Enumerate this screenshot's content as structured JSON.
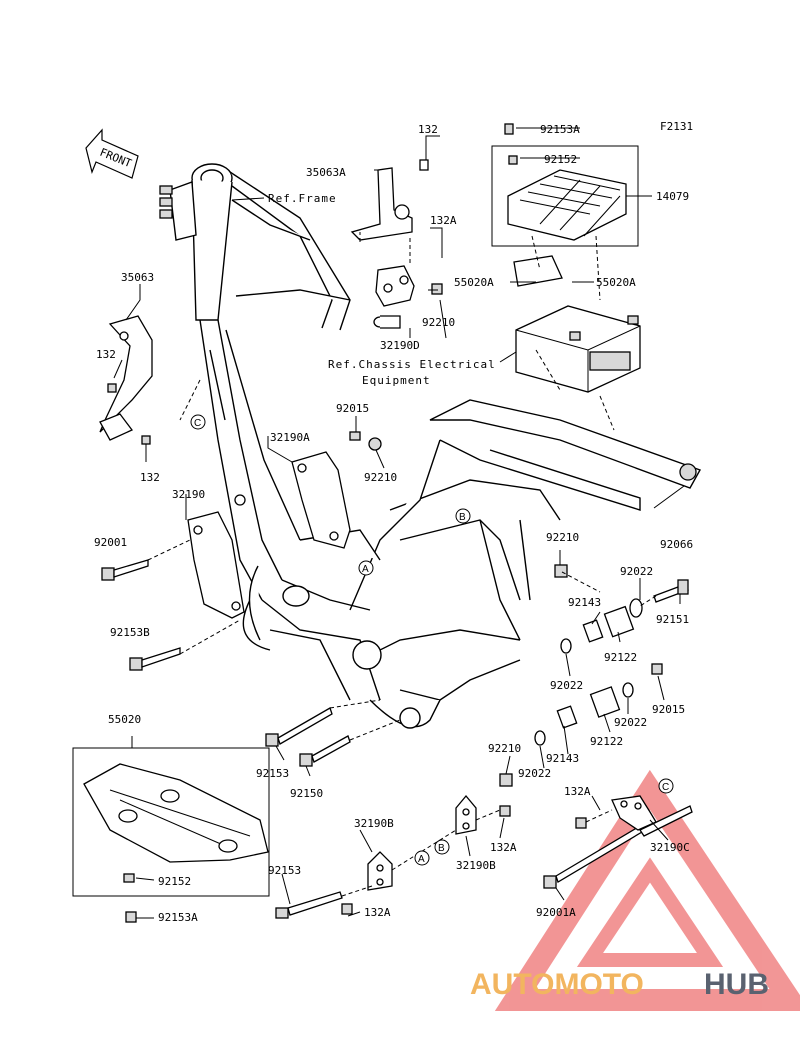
{
  "diagram_code": "F2131",
  "front_label": "FRONT",
  "refs": {
    "frame": "Ref.Frame",
    "chassis_line1": "Ref.Chassis Electrical",
    "chassis_line2": "Equipment"
  },
  "callouts": {
    "c_132_top": "132",
    "c_92153A_top": "92153A",
    "c_92152_top": "92152",
    "c_14079": "14079",
    "c_35063A": "35063A",
    "c_132A_top": "132A",
    "c_55020A_left": "55020A",
    "c_55020A_right": "55020A",
    "c_92210_a": "92210",
    "c_32190D": "32190D",
    "c_35063": "35063",
    "c_132_left": "132",
    "c_132_lower": "132",
    "c_92015_top": "92015",
    "c_32190A": "32190A",
    "c_92210_b": "92210",
    "c_32190": "32190",
    "c_92066": "92066",
    "c_92001": "92001",
    "c_92210_c": "92210",
    "c_92022_top": "92022",
    "c_92143_top": "92143",
    "c_92151": "92151",
    "c_92153B": "92153B",
    "c_92122_top": "92122",
    "c_92022_mid": "92022",
    "c_92015_mid": "92015",
    "c_92022_r": "92022",
    "c_92122_bot": "92122",
    "c_92143_bot": "92143",
    "c_55020": "55020",
    "c_92153_mid": "92153",
    "c_92150": "92150",
    "c_92210_d": "92210",
    "c_92022_bot": "92022",
    "c_132A_r": "132A",
    "c_32190C": "32190C",
    "c_132A_mid": "132A",
    "c_32190B_top": "32190B",
    "c_32190B_bot": "32190B",
    "c_92152_bot": "92152",
    "c_92153": "92153",
    "c_132A_bot": "132A",
    "c_92001A": "92001A",
    "c_92153A_bot": "92153A"
  },
  "markers": {
    "A": "A",
    "B": "B",
    "C": "C"
  },
  "watermark": {
    "text_auto": "AUTOMOTO",
    "text_hub": "HUB",
    "color_auto": "#f2b55f",
    "color_hub": "#5a6270",
    "triangle_color": "#e8403f"
  }
}
